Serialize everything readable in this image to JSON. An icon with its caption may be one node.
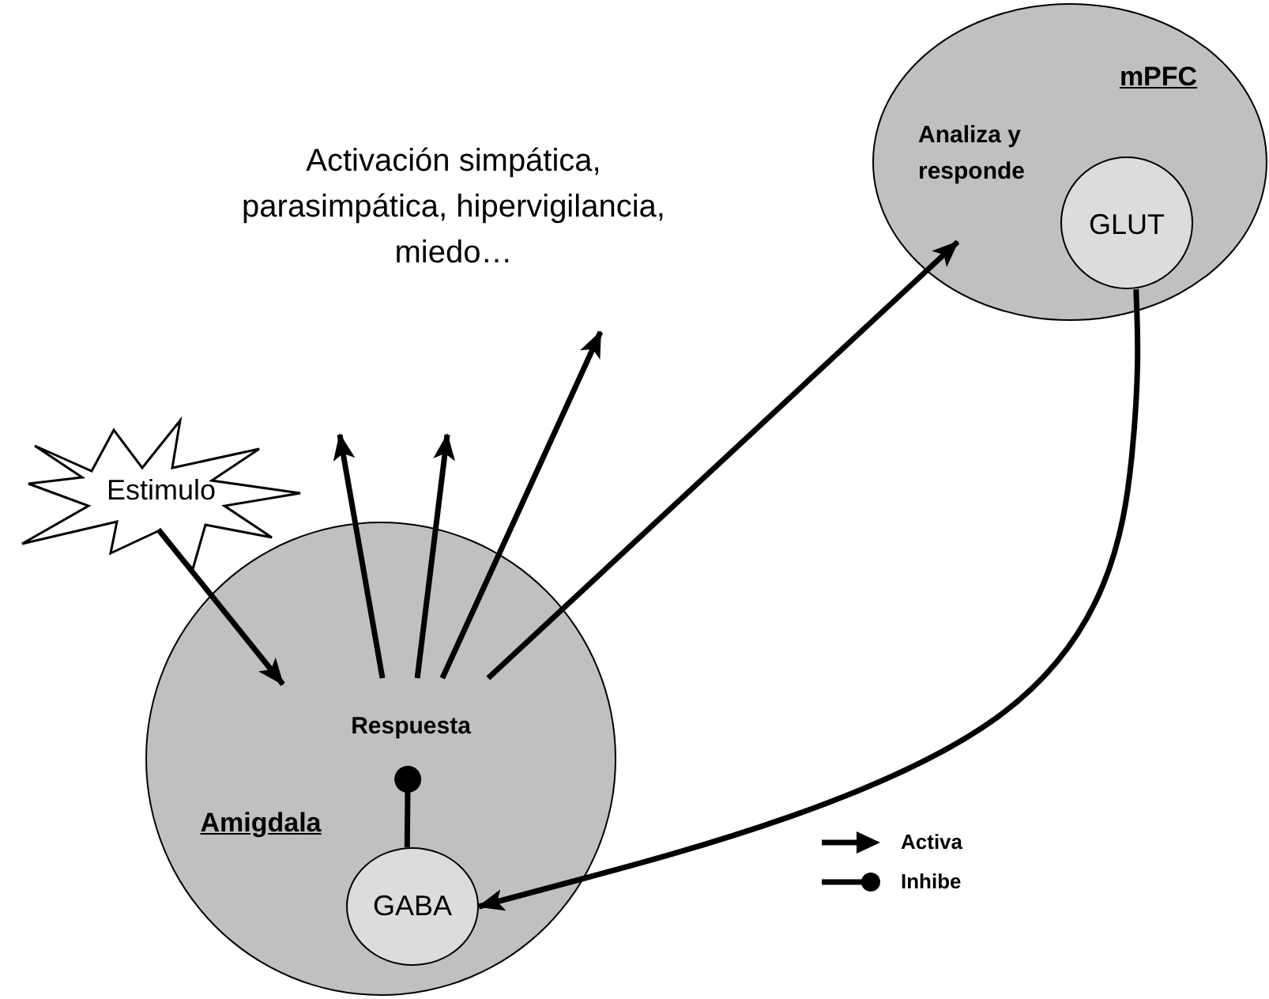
{
  "diagram": {
    "nodes": [
      {
        "text": [
          "mPFC"
        ]
      },
      {
        "text": [
          "Analiza y responde"
        ],
        "in": 0
      },
      {
        "text": [
          "GLUT"
        ],
        "in": 0
      },
      {
        "text": [
          "Estimulo"
        ]
      },
      {
        "text": [
          "Amigdala"
        ]
      },
      {
        "text": [
          "Respuesta"
        ],
        "in": 4
      },
      {
        "text": [
          "GABA"
        ],
        "in": 4
      }
    ],
    "edges": [
      {
        "from": 3,
        "to": 5,
        "arrow": "to"
      },
      {
        "from": 5,
        "to": null,
        "arrow": "to"
      },
      {
        "from": 5,
        "to": null,
        "arrow": "to"
      },
      {
        "from": 5,
        "to": null,
        "arrow": "to"
      },
      {
        "from": 5,
        "to": 1,
        "arrow": "to"
      },
      {
        "from": 2,
        "to": 6,
        "arrow": "to"
      },
      {
        "from": 6,
        "to": 5,
        "arrow": "other"
      }
    ],
    "labels": [
      "Activación simpática, parasimpática, hipervigilancia, miedo…"
    ],
    "legend": [
      {
        "text": "Activa"
      },
      {
        "text": "Inhibe"
      }
    ]
  }
}
